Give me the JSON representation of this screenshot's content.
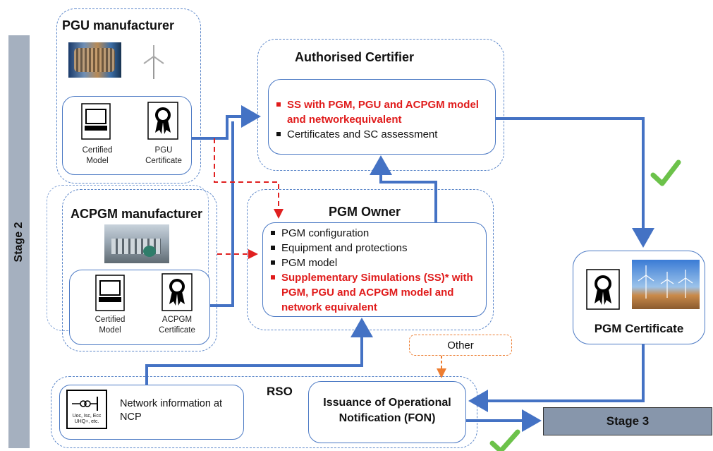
{
  "stage2": {
    "label": "Stage 2"
  },
  "stage3": {
    "label": "Stage 3"
  },
  "pgu": {
    "title": "PGU manufacturer",
    "model_caption": [
      "Certified",
      "Model"
    ],
    "cert_caption": [
      "PGU",
      "Certificate"
    ]
  },
  "acpgm": {
    "title": "ACPGM manufacturer",
    "model_caption": [
      "Certified",
      "Model"
    ],
    "cert_caption": [
      "ACPGM",
      "Certificate"
    ]
  },
  "certifier": {
    "title": "Authorised Certifier",
    "item1_red": "SS",
    "item1_rest": " with PGM, PGU and ACPGM model and networkequivalent",
    "item2": "Certificates and SC assessment"
  },
  "owner": {
    "title": "PGM Owner",
    "items": [
      "PGM configuration",
      "Equipment and protections",
      "PGM model"
    ],
    "red_item": "Supplementary Simulations (SS)* with PGM, PGU and ACPGM model and network equivalent"
  },
  "pgm_cert": {
    "title": "PGM Certificate"
  },
  "rso": {
    "title": "RSO",
    "network_text": "Network information at NCP",
    "icon_text": [
      "Uoc, Isc, Ecc",
      "UHQ+, etc."
    ],
    "fon": "Issuance of Operational Notification (FON)"
  },
  "other": {
    "label": "Other"
  },
  "colors": {
    "arrow": "#4472c4",
    "dashed_arrow": "#e02020",
    "other_arrow": "#ed7d31",
    "check": "#6cc24a"
  }
}
